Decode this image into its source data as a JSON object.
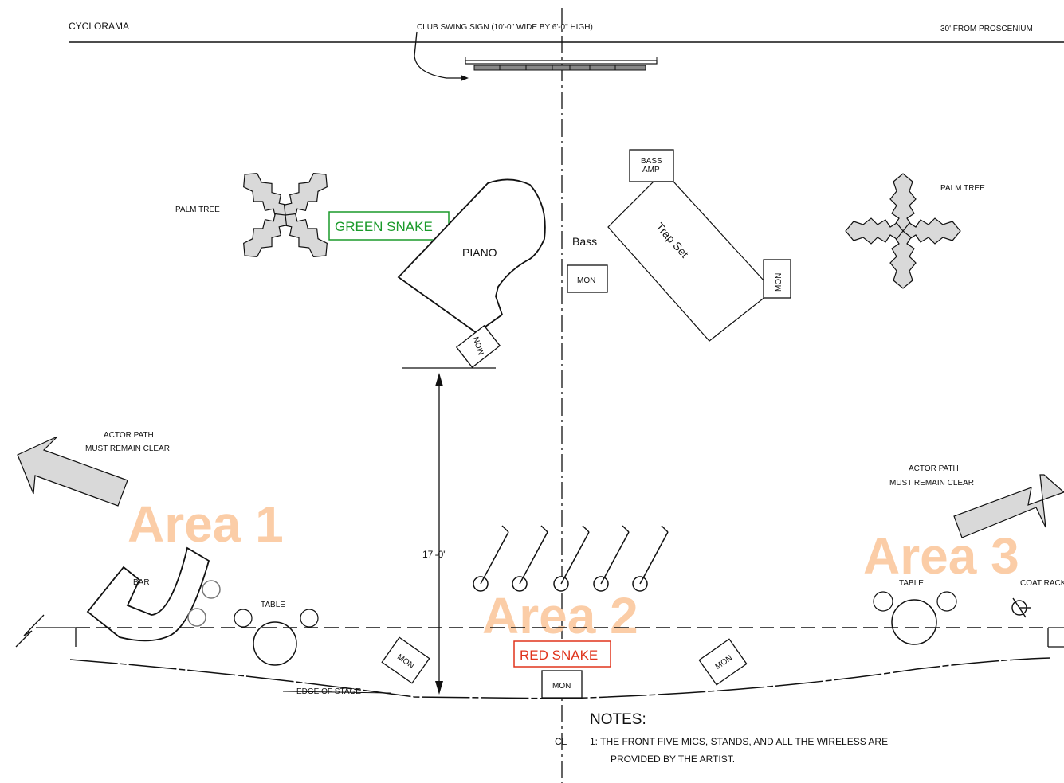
{
  "header": {
    "cyclorama": "CYCLORAMA",
    "sign": "CLUB SWING SIGN (10'-0\" WIDE BY 6'-0\" HIGH)",
    "proscenium": "30' FROM PROSCENIUM"
  },
  "labels": {
    "palm_tree_left": "PALM TREE",
    "palm_tree_right": "PALM TREE",
    "green_snake": "GREEN SNAKE",
    "piano": "PIANO",
    "bass": "Bass",
    "bass_amp_line1": "BASS",
    "bass_amp_line2": "AMP",
    "trap_set": "Trap Set",
    "monitor": "MON",
    "dimension": "17'-0\"",
    "actor_path_line1": "ACTOR PATH",
    "actor_path_line2": "MUST REMAIN CLEAR",
    "bar": "BAR",
    "table": "TABLE",
    "coat_rack": "COAT RACK",
    "red_snake": "RED SNAKE",
    "edge_of_stage": "EDGE OF STAGE",
    "centerline": "CL"
  },
  "areas": [
    "Area 1",
    "Area 2",
    "Area 3"
  ],
  "notes": {
    "heading": "NOTES:",
    "item1_line1": "1:  THE FRONT FIVE MICS, STANDS, AND ALL THE WIRELESS  ARE",
    "item1_line2": "PROVIDED BY THE ARTIST."
  },
  "colors": {
    "area_text": "#fbcda7",
    "green_snake": "#1a9a2a",
    "red_snake": "#e0341c",
    "fill_gray": "#d9d9d9"
  }
}
